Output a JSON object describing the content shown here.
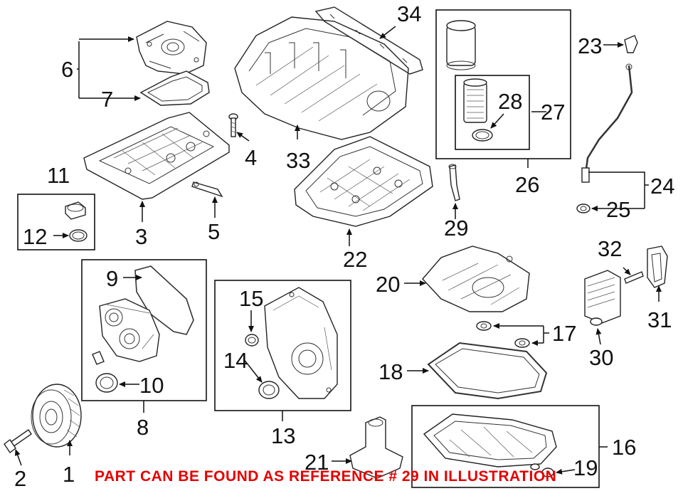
{
  "callouts": {
    "c1": "1",
    "c2": "2",
    "c3": "3",
    "c4": "4",
    "c5": "5",
    "c6": "6",
    "c7": "7",
    "c8": "8",
    "c9": "9",
    "c10": "10",
    "c11": "11",
    "c12": "12",
    "c13": "13",
    "c14": "14",
    "c15": "15",
    "c16": "16",
    "c17": "17",
    "c18": "18",
    "c19": "19",
    "c20": "20",
    "c21": "21",
    "c22": "22",
    "c23": "23",
    "c24": "24",
    "c25": "25",
    "c26": "26",
    "c27": "27",
    "c28": "28",
    "c29": "29",
    "c30": "30",
    "c31": "31",
    "c32": "32",
    "c33": "33",
    "c34": "34"
  },
  "notice": "PART CAN BE FOUND AS REFERENCE # 29 IN ILLUSTRATION",
  "colors": {
    "notice": "#e60000",
    "line": "#111111",
    "background": "#ffffff"
  }
}
